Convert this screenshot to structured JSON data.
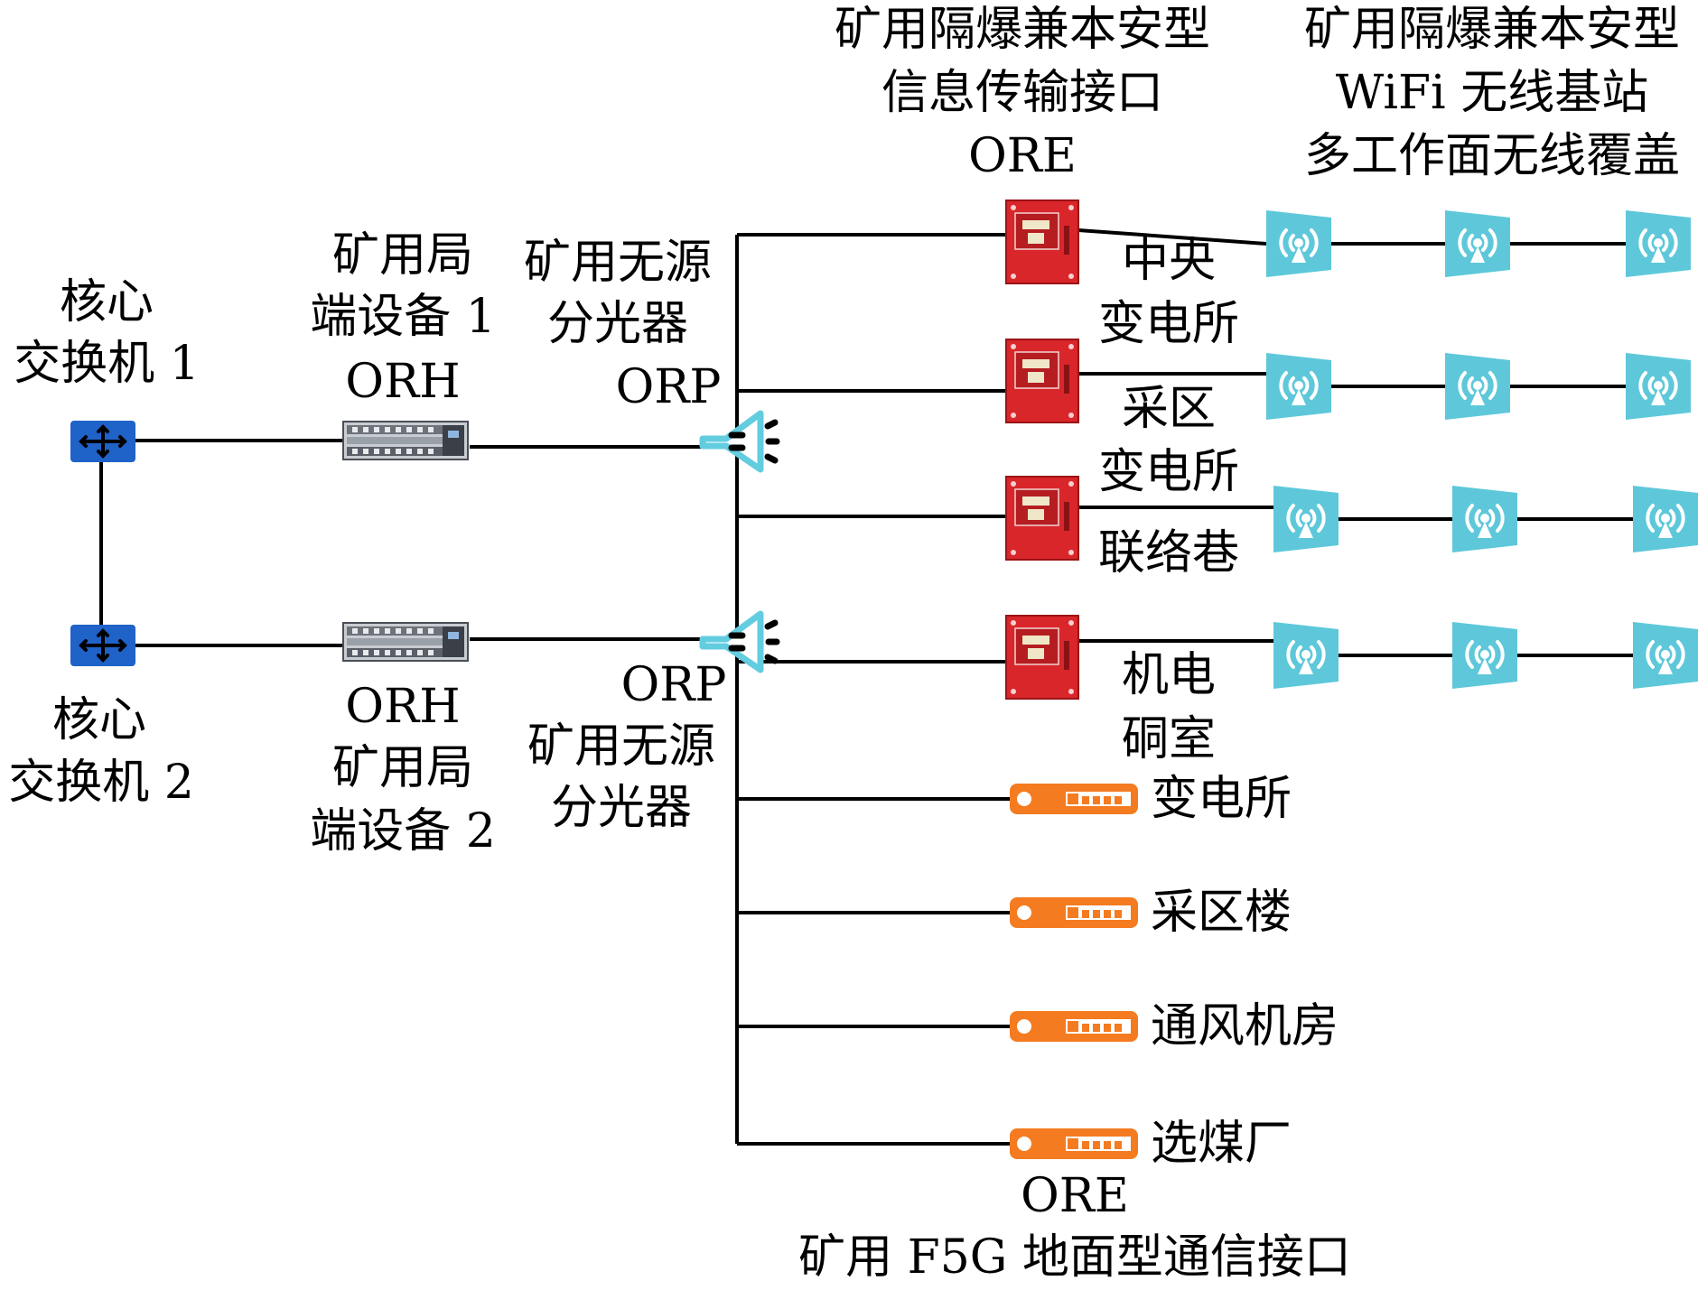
{
  "labels": {
    "core1": [
      "核心",
      "交换机 1"
    ],
    "core2": [
      "核心",
      "交换机 2"
    ],
    "orh1": [
      "矿用局",
      "端设备 1",
      "ORH"
    ],
    "orh2": [
      "ORH",
      "矿用局",
      "端设备 2"
    ],
    "orp1": [
      "矿用无源",
      "分光器",
      "ORP"
    ],
    "orp2": [
      "ORP",
      "矿用无源",
      "分光器"
    ],
    "ore_top_header": [
      "矿用隔爆兼本安型",
      "信息传输接口",
      "ORE"
    ],
    "wifi_header": [
      "矿用隔爆兼本安型",
      "WiFi 无线基站",
      "多工作面无线覆盖"
    ],
    "underground_sites": [
      [
        "中央",
        "变电所"
      ],
      [
        "采区",
        "变电所"
      ],
      [
        "联络巷"
      ],
      [
        "机电",
        "硐室"
      ]
    ],
    "surface_sites": [
      "变电所",
      "采区楼",
      "通风机房",
      "选煤厂"
    ],
    "ore_bottom_footer": [
      "ORE",
      "矿用 F5G 地面型通信接口"
    ]
  },
  "colors": {
    "switch_blue": "#1f62c8",
    "explosion_proof_red": "#d9262a",
    "wifi_cyan": "#5ec8da",
    "surface_ore_orange": "#f47b20",
    "splitter_cyan": "#63cde0",
    "line": "#000000"
  },
  "icons": {
    "core_switch": "network-switch-icon",
    "orh": "olt-rack-icon",
    "orp": "optical-splitter-icon",
    "ore_underground": "explosion-proof-box-icon",
    "wifi_ap": "wireless-ap-icon",
    "ore_surface": "ont-terminal-icon"
  }
}
